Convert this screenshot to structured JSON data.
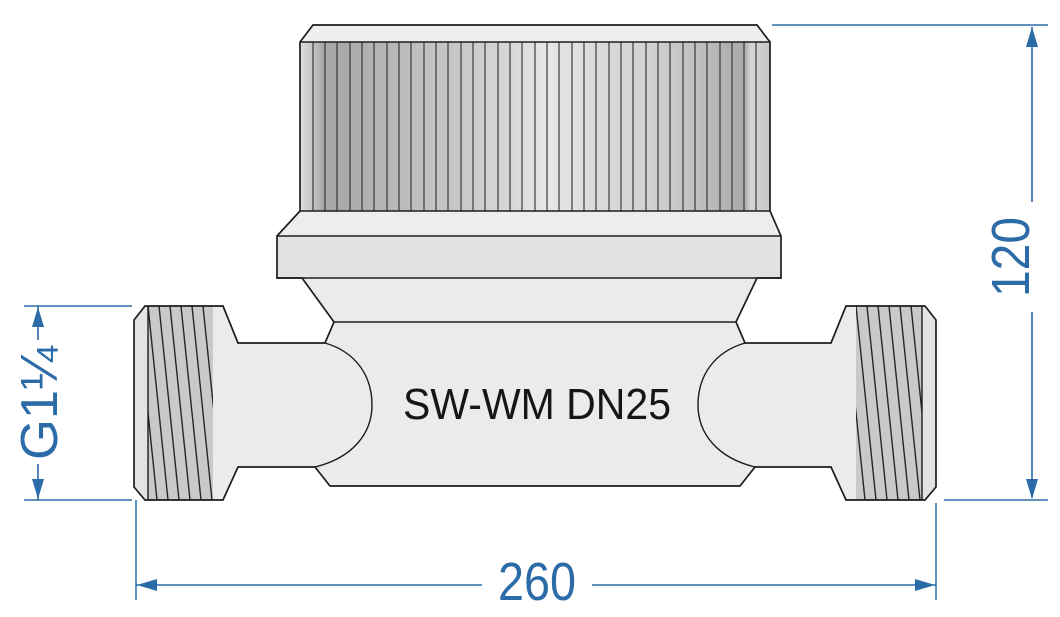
{
  "drawing": {
    "product_label": "SW-WM DN25",
    "dimensions": {
      "length": {
        "value": "260",
        "unit_hint": "overall length"
      },
      "height": {
        "value": "120",
        "unit_hint": "overall height"
      },
      "thread": {
        "value": "G1¼",
        "unit_hint": "connection thread"
      }
    },
    "colors": {
      "accent": "#2b6ba8",
      "outline": "#1d1d1d",
      "body_fill": "#ebebeb",
      "ring_fill": "#e2e2e2",
      "thread_fill": "#c9c9c9"
    }
  }
}
